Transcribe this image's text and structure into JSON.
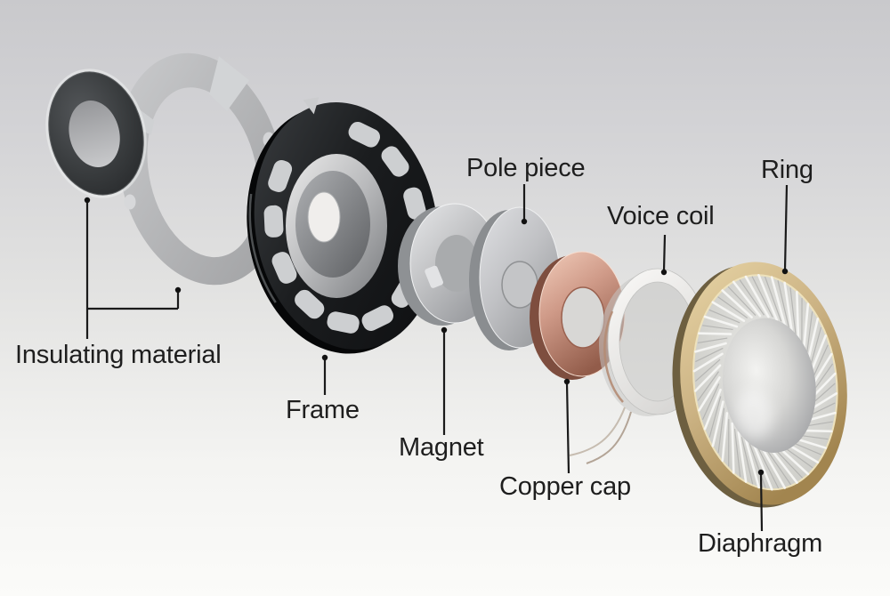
{
  "diagram": {
    "labels": {
      "insulating_material": "Insulating material",
      "frame": "Frame",
      "magnet": "Magnet",
      "pole_piece": "Pole piece",
      "voice_coil": "Voice coil",
      "copper_cap": "Copper cap",
      "ring": "Ring",
      "diaphragm": "Diaphragm"
    }
  },
  "colors": {
    "background_top": "#c9c9cc",
    "background_bottom": "#fbfbf9",
    "label_text": "#1e1e1e",
    "leader_line": "#1a1a1a",
    "frame_black": "#1b1d1f",
    "silver": "#c3c4c6",
    "copper": "#c79180",
    "gold": "#cdb485",
    "diaphragm_silver": "#d8d8d6"
  }
}
